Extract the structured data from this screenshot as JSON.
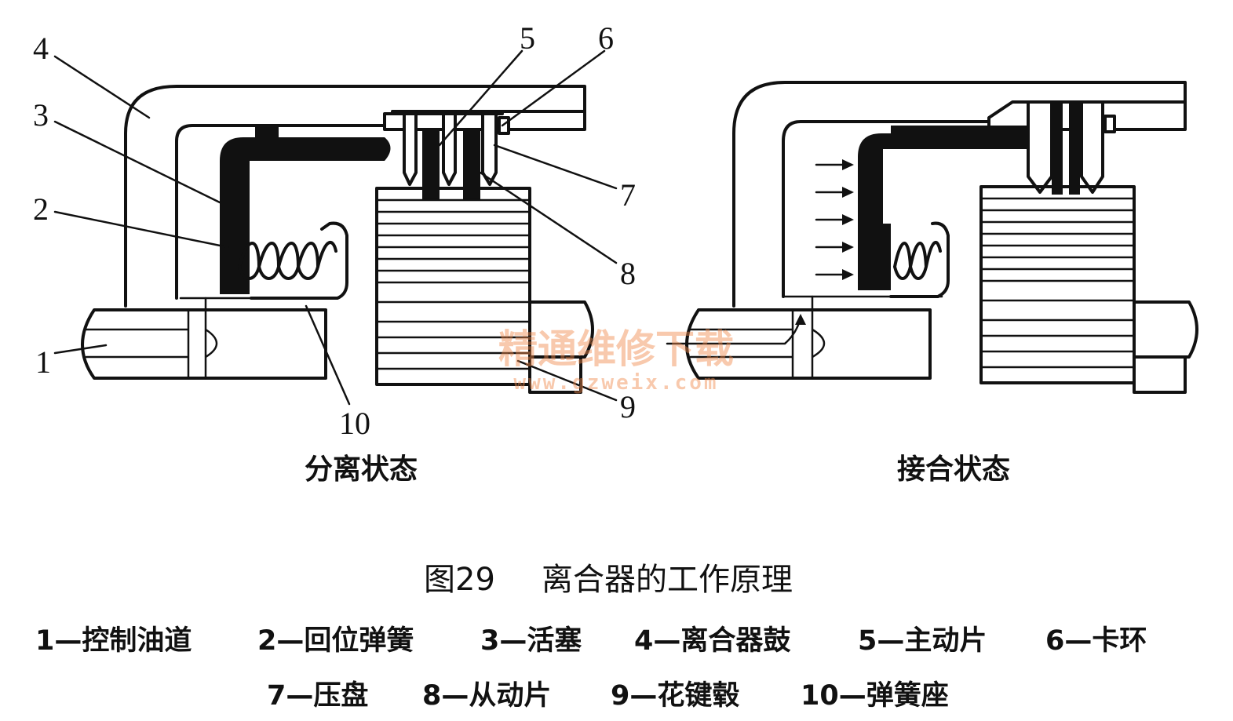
{
  "callouts": [
    "1",
    "2",
    "3",
    "4",
    "5",
    "6",
    "7",
    "8",
    "9",
    "10"
  ],
  "states": {
    "disengaged": "分离状态",
    "engaged": "接合状态"
  },
  "caption": {
    "figure": "图29",
    "title": "离合器的工作原理"
  },
  "legend": {
    "row1": [
      "1—控制油道",
      "2—回位弹簧",
      "3—活塞",
      "4—离合器鼓",
      "5—主动片",
      "6—卡环"
    ],
    "row2": [
      "7—压盘",
      "8—从动片",
      "9—花键毂",
      "10—弹簧座"
    ]
  },
  "watermark": {
    "text": "精通维修下载",
    "url": "www.gzweix.com"
  }
}
